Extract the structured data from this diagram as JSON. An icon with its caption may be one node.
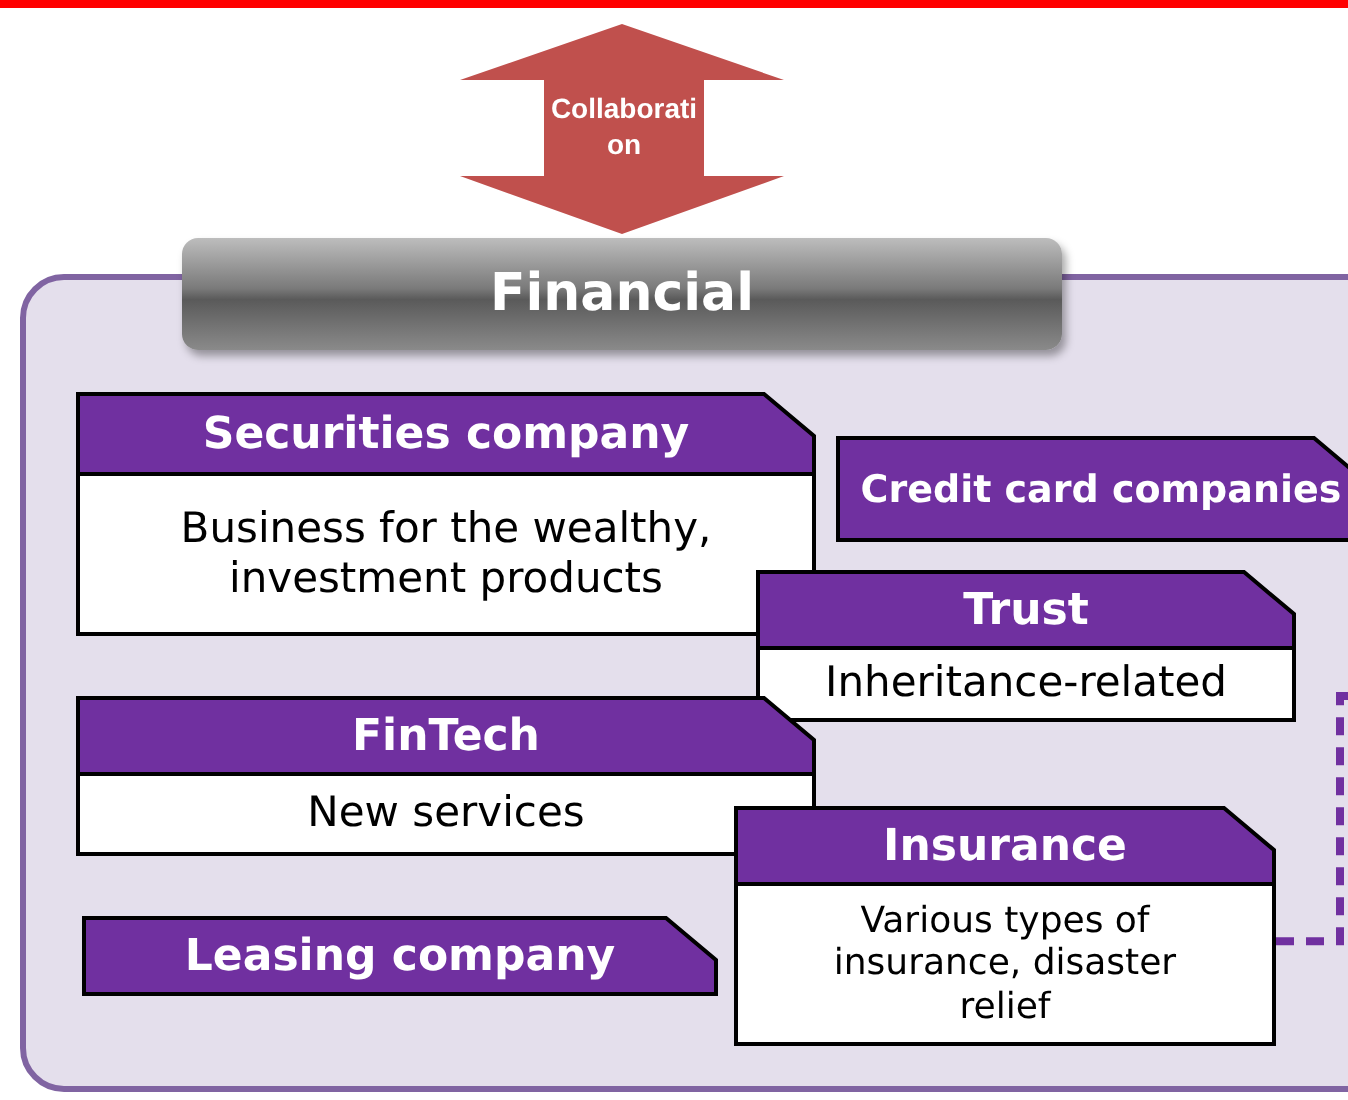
{
  "diagram": {
    "nodes": [
      {
        "text": [
          "Financial"
        ]
      },
      {
        "text": [
          "Securities company",
          "Business for the wealthy, investment products"
        ],
        "in": 0
      },
      {
        "text": [
          "Credit card companies"
        ],
        "in": 0
      },
      {
        "text": [
          "Trust",
          "Inheritance-related"
        ],
        "in": 0
      },
      {
        "text": [
          "FinTech",
          "New services"
        ],
        "in": 0
      },
      {
        "text": [
          "Insurance",
          "Various types of insurance, disaster relief"
        ],
        "in": 0
      },
      {
        "text": [
          "Leasing company"
        ],
        "in": 0
      }
    ],
    "edges": [
      {
        "from": null,
        "to": 0,
        "arrow": "both",
        "label": "Collaboration"
      },
      {
        "from": 5,
        "to": null,
        "arrow": "none",
        "style": "dashed",
        "color": "#7030a0"
      }
    ]
  }
}
